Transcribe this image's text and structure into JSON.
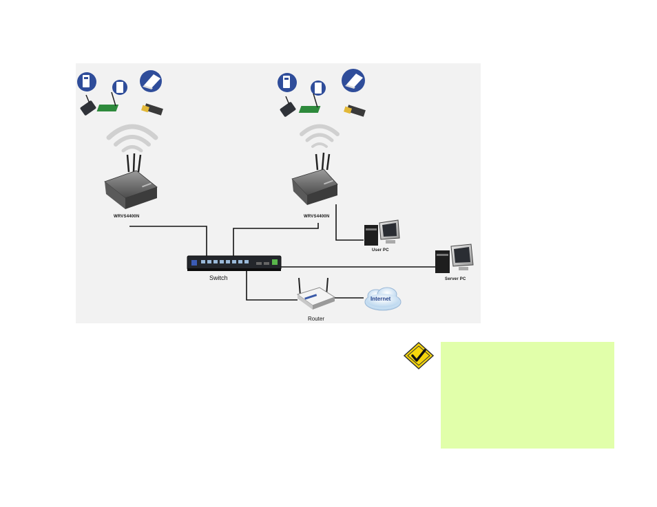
{
  "diagram": {
    "ap_left_label": "WRVS4400N",
    "ap_right_label": "WRVS4400N",
    "switch_label": "Switch",
    "user_pc_label": "User PC",
    "server_pc_label": "Server PC",
    "router_label": "Router",
    "internet_label": "Internet"
  },
  "colors": {
    "background": "#f2f2f2",
    "note_bg": "#e1ffaa",
    "client_icon": "#2f4d9a",
    "cloud": "#cde4f6",
    "note_icon": "#f5d50c"
  },
  "icons": {
    "note": "checkmark-note-icon"
  }
}
